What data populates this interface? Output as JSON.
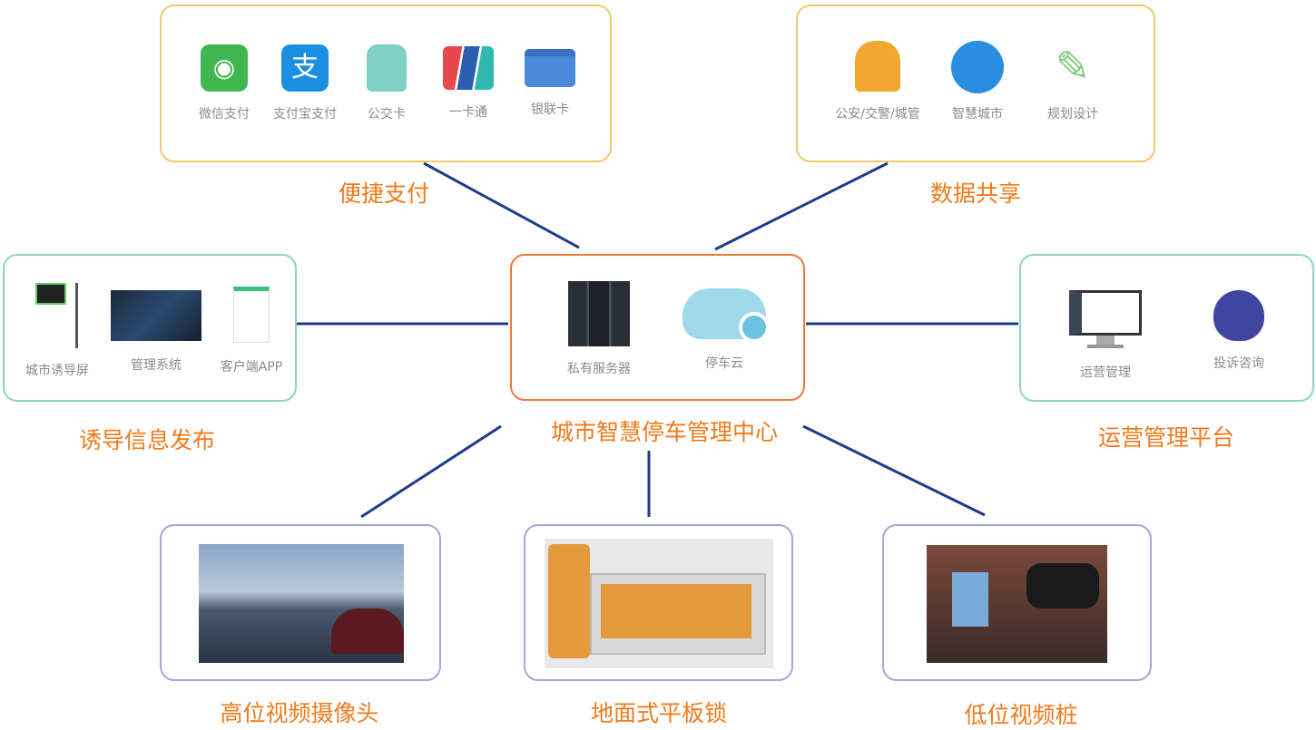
{
  "center": {
    "title": "城市智慧停车管理中心",
    "items": [
      "私有服务器",
      "停车云"
    ]
  },
  "payment": {
    "label": "便捷支付",
    "items": [
      "微信支付",
      "支付宝支付",
      "公交卡",
      "一卡通",
      "银联卡"
    ]
  },
  "data_share": {
    "label": "数据共享",
    "items": [
      "公安/交警/城管",
      "智慧城市",
      "规划设计"
    ]
  },
  "guidance": {
    "label": "诱导信息发布",
    "items": [
      "城市诱导屏",
      "管理系统",
      "客户端APP"
    ]
  },
  "operations": {
    "label": "运营管理平台",
    "items": [
      "运营管理",
      "投诉咨询"
    ]
  },
  "devices": [
    {
      "label": "高位视频摄像头"
    },
    {
      "label": "地面式平板锁"
    },
    {
      "label": "低位视频桩"
    }
  ],
  "colors": {
    "accent": "#f07a1a",
    "line": "#1f3a8a"
  }
}
